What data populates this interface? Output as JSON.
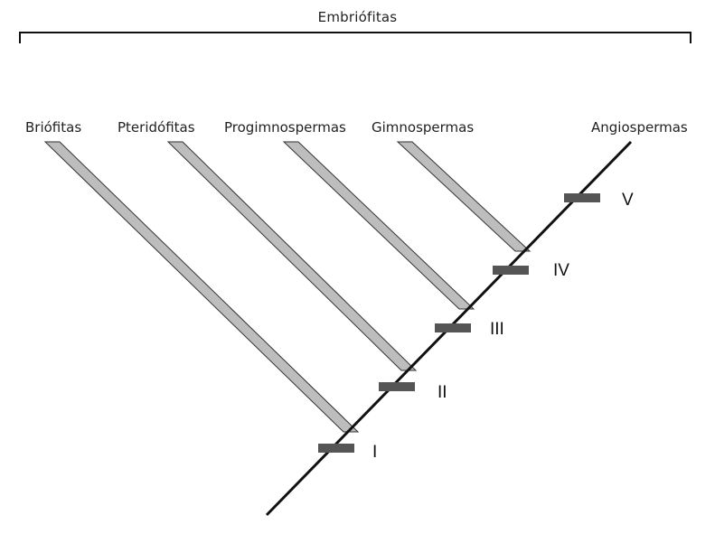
{
  "group": {
    "name": "Embriófitas"
  },
  "taxa": [
    {
      "id": "briofitas",
      "label": "Briófitas"
    },
    {
      "id": "pteridofitas",
      "label": "Pteridófitas"
    },
    {
      "id": "progimnospermas",
      "label": "Progimnospermas"
    },
    {
      "id": "gimnospermas",
      "label": "Gimnospermas"
    },
    {
      "id": "angiospermas",
      "label": "Angiospermas"
    }
  ],
  "nodes": [
    {
      "id": "node-1",
      "label": "I"
    },
    {
      "id": "node-2",
      "label": "II"
    },
    {
      "id": "node-3",
      "label": "III"
    },
    {
      "id": "node-4",
      "label": "IV"
    },
    {
      "id": "node-5",
      "label": "V"
    }
  ],
  "colors": {
    "line": "#111111",
    "branch_fill": "#bdbdbd",
    "branch_stroke": "#333333",
    "node_marker": "#555555"
  }
}
